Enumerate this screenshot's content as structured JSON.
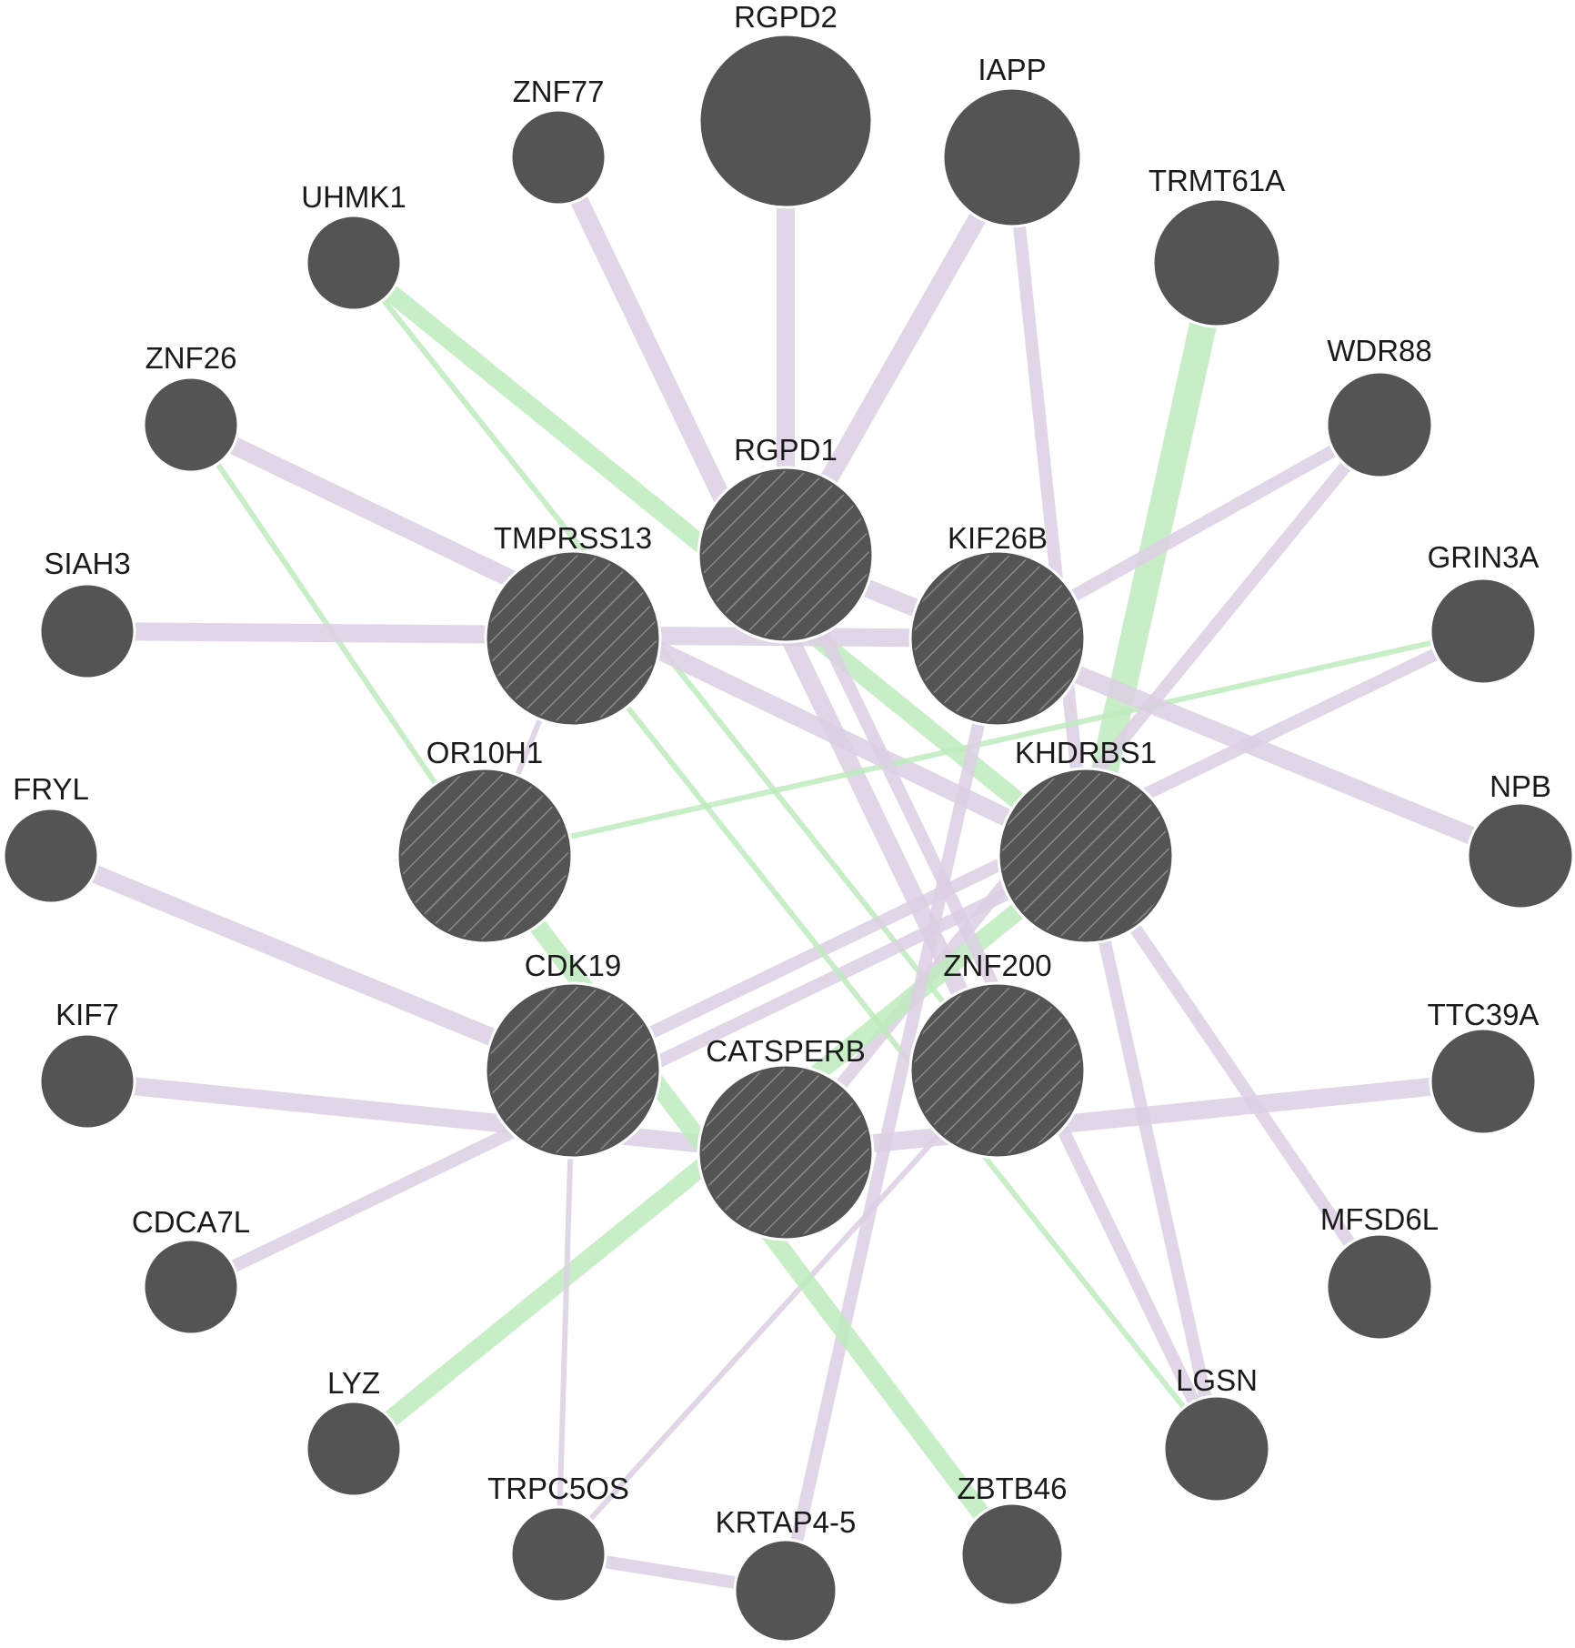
{
  "colors": {
    "background": "#ffffff",
    "node": "#545454",
    "node_stroke": "#ffffff",
    "hatch": "#8a8a8a",
    "edge_purple": "#dccfe3",
    "edge_green": "#bdebbd"
  },
  "nodes": [
    {
      "id": "RGPD2",
      "label": "RGPD2",
      "query": false
    },
    {
      "id": "ZNF77",
      "label": "ZNF77",
      "query": false
    },
    {
      "id": "IAPP",
      "label": "IAPP",
      "query": false
    },
    {
      "id": "UHMK1",
      "label": "UHMK1",
      "query": false
    },
    {
      "id": "TRMT61A",
      "label": "TRMT61A",
      "query": false
    },
    {
      "id": "ZNF26",
      "label": "ZNF26",
      "query": false
    },
    {
      "id": "WDR88",
      "label": "WDR88",
      "query": false
    },
    {
      "id": "RGPD1",
      "label": "RGPD1",
      "query": true
    },
    {
      "id": "TMPRSS13",
      "label": "TMPRSS13",
      "query": true
    },
    {
      "id": "KIF26B",
      "label": "KIF26B",
      "query": true
    },
    {
      "id": "SIAH3",
      "label": "SIAH3",
      "query": false
    },
    {
      "id": "GRIN3A",
      "label": "GRIN3A",
      "query": false
    },
    {
      "id": "OR10H1",
      "label": "OR10H1",
      "query": true
    },
    {
      "id": "KHDRBS1",
      "label": "KHDRBS1",
      "query": true
    },
    {
      "id": "FRYL",
      "label": "FRYL",
      "query": false
    },
    {
      "id": "NPB",
      "label": "NPB",
      "query": false
    },
    {
      "id": "CDK19",
      "label": "CDK19",
      "query": true
    },
    {
      "id": "ZNF200",
      "label": "ZNF200",
      "query": true
    },
    {
      "id": "CATSPERB",
      "label": "CATSPERB",
      "query": true
    },
    {
      "id": "KIF7",
      "label": "KIF7",
      "query": false
    },
    {
      "id": "TTC39A",
      "label": "TTC39A",
      "query": false
    },
    {
      "id": "CDCA7L",
      "label": "CDCA7L",
      "query": false
    },
    {
      "id": "MFSD6L",
      "label": "MFSD6L",
      "query": false
    },
    {
      "id": "LYZ",
      "label": "LYZ",
      "query": false
    },
    {
      "id": "LGSN",
      "label": "LGSN",
      "query": false
    },
    {
      "id": "TRPC5OS",
      "label": "TRPC5OS",
      "query": false
    },
    {
      "id": "KRTAP4-5",
      "label": "KRTAP4-5",
      "query": false
    },
    {
      "id": "ZBTB46",
      "label": "ZBTB46",
      "query": false
    }
  ],
  "edges": [
    {
      "source": "RGPD2",
      "target": "RGPD1",
      "type": "purple",
      "weight": 3
    },
    {
      "source": "ZNF77",
      "target": "ZNF200",
      "type": "purple",
      "weight": 3
    },
    {
      "source": "IAPP",
      "target": "RGPD1",
      "type": "purple",
      "weight": 3
    },
    {
      "source": "IAPP",
      "target": "KHDRBS1",
      "type": "purple",
      "weight": 2
    },
    {
      "source": "UHMK1",
      "target": "KHDRBS1",
      "type": "green",
      "weight": 3
    },
    {
      "source": "UHMK1",
      "target": "ZNF200",
      "type": "green",
      "weight": 1
    },
    {
      "source": "TRMT61A",
      "target": "KHDRBS1",
      "type": "green",
      "weight": 4
    },
    {
      "source": "ZNF26",
      "target": "KHDRBS1",
      "type": "purple",
      "weight": 3
    },
    {
      "source": "ZNF26",
      "target": "OR10H1",
      "type": "green",
      "weight": 1
    },
    {
      "source": "WDR88",
      "target": "KIF26B",
      "type": "purple",
      "weight": 2
    },
    {
      "source": "WDR88",
      "target": "CATSPERB",
      "type": "purple",
      "weight": 2
    },
    {
      "source": "SIAH3",
      "target": "KIF26B",
      "type": "purple",
      "weight": 3
    },
    {
      "source": "GRIN3A",
      "target": "OR10H1",
      "type": "green",
      "weight": 1
    },
    {
      "source": "GRIN3A",
      "target": "CDK19",
      "type": "purple",
      "weight": 2
    },
    {
      "source": "NPB",
      "target": "RGPD1",
      "type": "purple",
      "weight": 3
    },
    {
      "source": "FRYL",
      "target": "CDK19",
      "type": "purple",
      "weight": 3
    },
    {
      "source": "KIF7",
      "target": "CATSPERB",
      "type": "purple",
      "weight": 3
    },
    {
      "source": "TTC39A",
      "target": "CATSPERB",
      "type": "purple",
      "weight": 3
    },
    {
      "source": "CDCA7L",
      "target": "KHDRBS1",
      "type": "purple",
      "weight": 2
    },
    {
      "source": "MFSD6L",
      "target": "KHDRBS1",
      "type": "purple",
      "weight": 2
    },
    {
      "source": "LYZ",
      "target": "KHDRBS1",
      "type": "green",
      "weight": 3
    },
    {
      "source": "LGSN",
      "target": "KHDRBS1",
      "type": "purple",
      "weight": 2
    },
    {
      "source": "LGSN",
      "target": "RGPD1",
      "type": "purple",
      "weight": 2
    },
    {
      "source": "LGSN",
      "target": "TMPRSS13",
      "type": "green",
      "weight": 1
    },
    {
      "source": "TRPC5OS",
      "target": "KRTAP4-5",
      "type": "purple",
      "weight": 2
    },
    {
      "source": "TRPC5OS",
      "target": "ZNF200",
      "type": "purple",
      "weight": 1
    },
    {
      "source": "TRPC5OS",
      "target": "CDK19",
      "type": "purple",
      "weight": 1
    },
    {
      "source": "KRTAP4-5",
      "target": "KIF26B",
      "type": "purple",
      "weight": 2
    },
    {
      "source": "ZBTB46",
      "target": "OR10H1",
      "type": "green",
      "weight": 3
    },
    {
      "source": "TMPRSS13",
      "target": "OR10H1",
      "type": "purple",
      "weight": 1
    }
  ]
}
